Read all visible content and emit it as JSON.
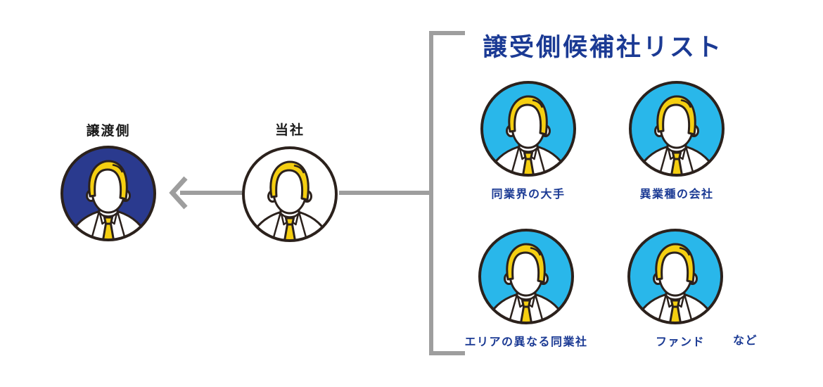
{
  "diagram": {
    "left": {
      "label": "譲渡側",
      "bg": "navy"
    },
    "center": {
      "label": "当社",
      "bg": "white"
    },
    "right": {
      "title": "譲受側候補社リスト",
      "candidates": [
        {
          "label": "同業界の大手",
          "bg": "cyan"
        },
        {
          "label": "異業種の会社",
          "bg": "cyan"
        },
        {
          "label": "エリアの異なる同業社",
          "bg": "cyan"
        },
        {
          "label": "ファンド",
          "suffix": "など",
          "bg": "cyan"
        }
      ]
    }
  },
  "colors": {
    "navy": "#2a3a8e",
    "cyan": "#29b7ea",
    "yellow": "#f5cf11",
    "outline": "#2b211c",
    "line_gray": "#9e9e9e",
    "title_blue": "#1b3a94",
    "label_black": "#1a1a1a",
    "white": "#ffffff"
  }
}
